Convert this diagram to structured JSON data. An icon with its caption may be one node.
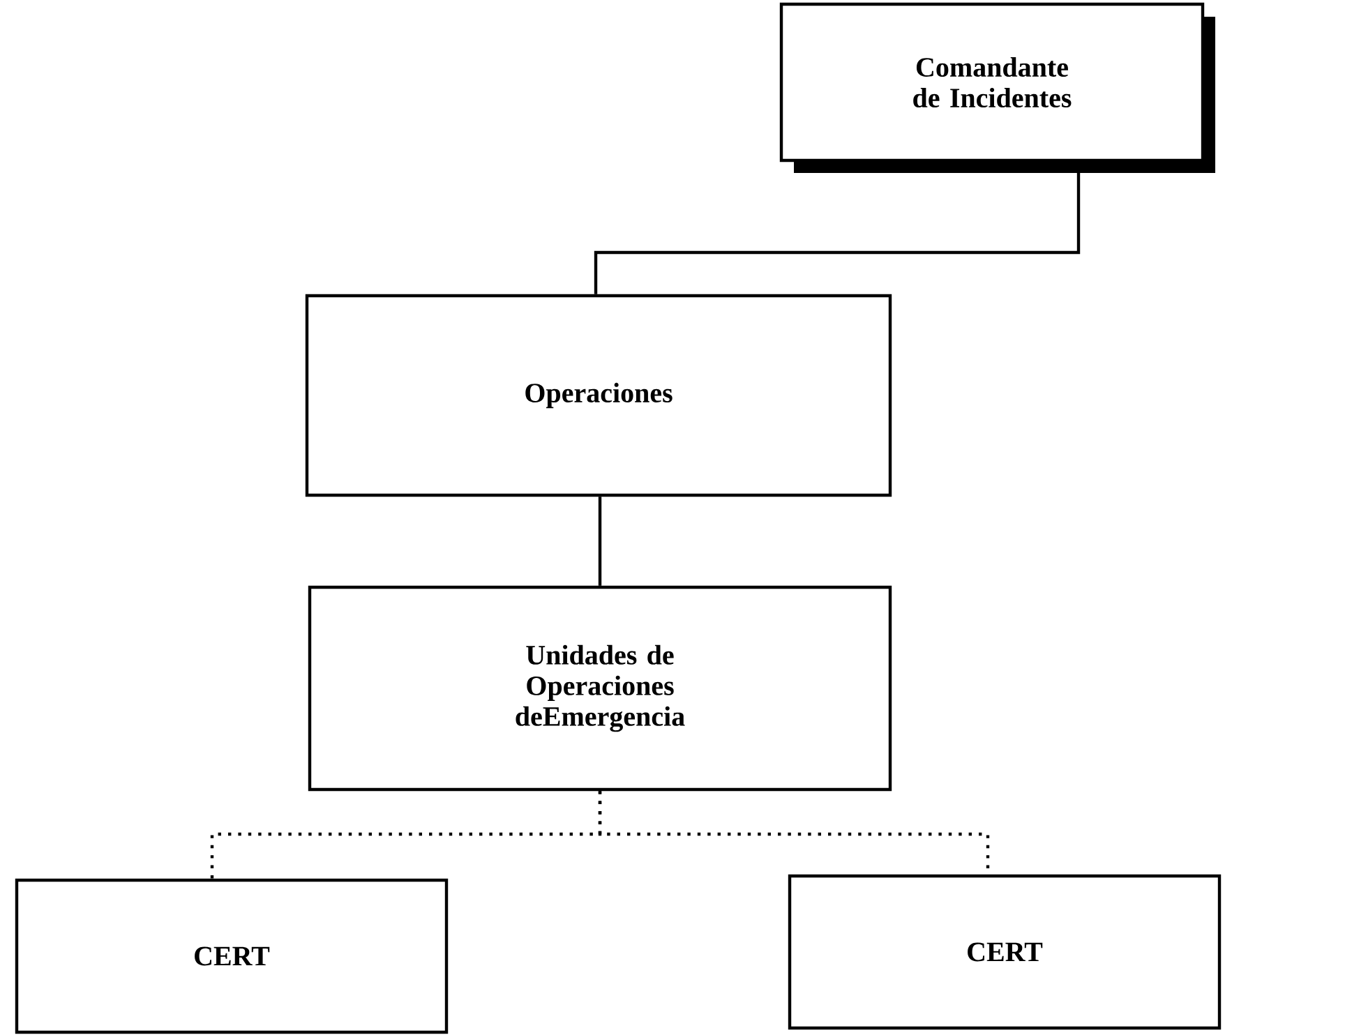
{
  "diagram": {
    "nodes": [
      {
        "text": [
          "Comandante de Incidentes"
        ]
      },
      {
        "text": [
          "Operaciones"
        ]
      },
      {
        "text": [
          "Unidades de Operaciones deEmergencia"
        ]
      },
      {
        "text": [
          "CERT"
        ]
      },
      {
        "text": [
          "CERT"
        ]
      }
    ],
    "edges": [
      {
        "from": 0,
        "to": 1,
        "arrow": "none"
      },
      {
        "from": 1,
        "to": 2,
        "arrow": "none"
      },
      {
        "from": 2,
        "to": 3,
        "arrow": "none",
        "style": "dashed"
      },
      {
        "from": 2,
        "to": 4,
        "arrow": "none",
        "style": "dashed"
      }
    ]
  }
}
